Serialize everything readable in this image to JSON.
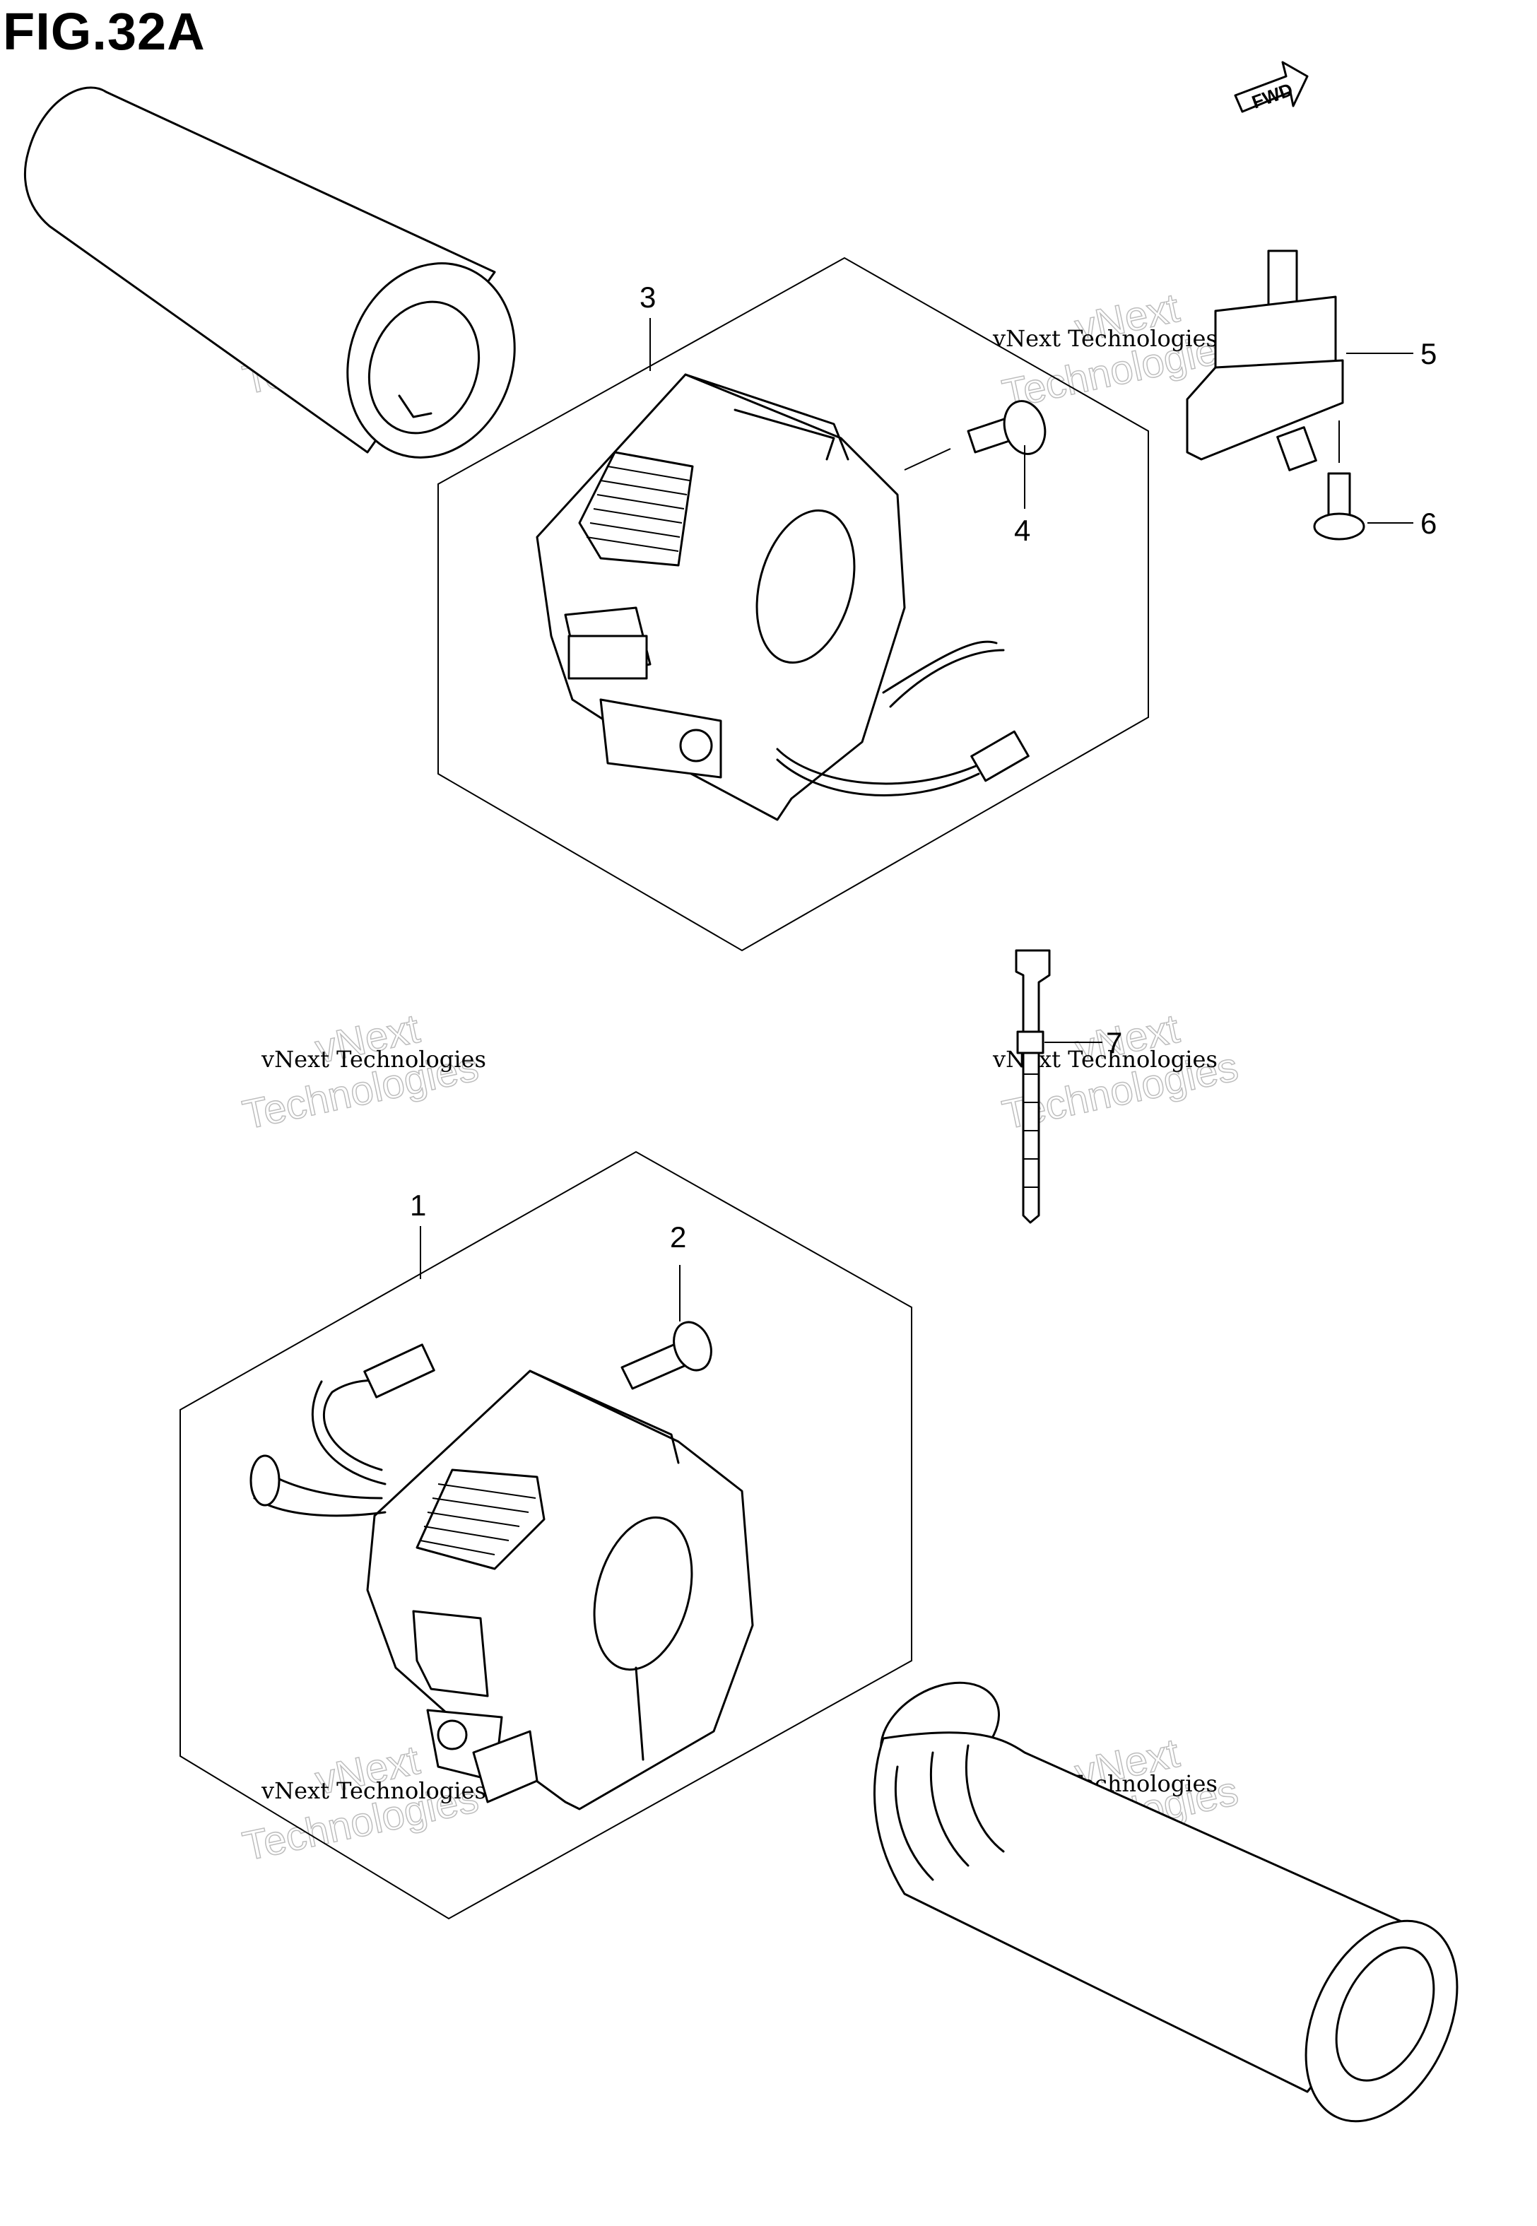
{
  "figure_title": "FIG.32A",
  "fwd_label": "FWD",
  "callouts": [
    {
      "id": "1",
      "text": "1"
    },
    {
      "id": "2",
      "text": "2"
    },
    {
      "id": "3",
      "text": "3"
    },
    {
      "id": "4",
      "text": "4"
    },
    {
      "id": "5",
      "text": "5"
    },
    {
      "id": "6",
      "text": "6"
    },
    {
      "id": "7",
      "text": "7"
    }
  ],
  "watermark": {
    "brand_line": "vNext",
    "small_line": "vNext Technologies",
    "big_line": "Technologies"
  }
}
